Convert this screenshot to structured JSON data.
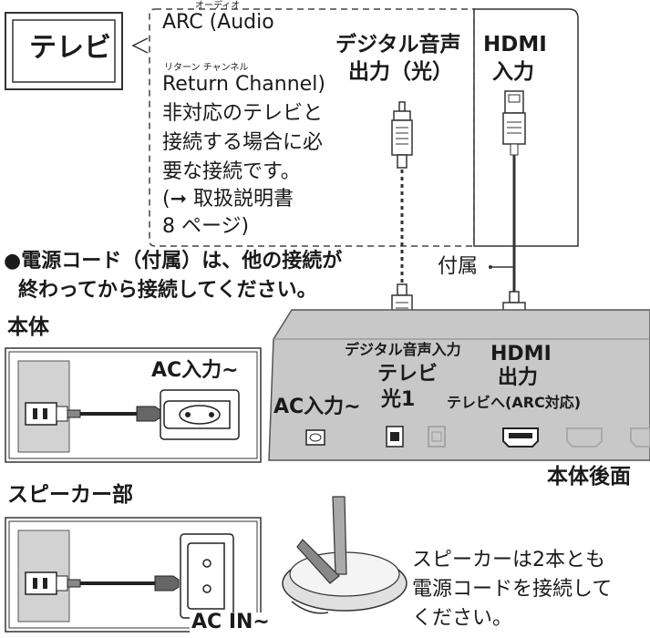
{
  "tv_label": "テレビ",
  "arc_note": {
    "line1": "ARC (Audio",
    "ruby_audio": "オーディオ",
    "line2": "Return Channel)",
    "ruby_return": "リターン チャンネル",
    "line3": "非対応のテレビと",
    "line4": "接続する場合に必",
    "line5": "要な接続です。",
    "line6": "(➞ 取扱説明書",
    "line7": "8 ページ)"
  },
  "optical_out": {
    "line1": "デジタル音声",
    "line2": "出力（光）"
  },
  "hdmi_in": {
    "line1": "HDMI",
    "line2": "入力"
  },
  "included_label": "付属",
  "power_note": {
    "line1": "●電源コード（付属）は、他の接続が",
    "line2": "終わってから接続してください。"
  },
  "main_unit": {
    "title": "本体",
    "ac_label": "AC入力~",
    "rear_title": "本体後面",
    "port_ac": "AC入力~",
    "port_optical": {
      "line1": "デジタル音声入力",
      "line2": "テレビ",
      "line3": "光1"
    },
    "port_hdmi": {
      "line1": "HDMI",
      "line2": "出力",
      "line3": "テレビへ(ARC対応)"
    }
  },
  "speaker": {
    "title": "スピーカー部",
    "ac_label": "AC IN~",
    "note": {
      "line1": "スピーカーは2本とも",
      "line2": "電源コードを接続して",
      "line3": "ください。"
    }
  },
  "icons": [
    "tv-box",
    "optical-plug-icon",
    "hdmi-plug-icon",
    "outlet-icon",
    "ac-socket-icon",
    "speaker-stand-icon"
  ]
}
